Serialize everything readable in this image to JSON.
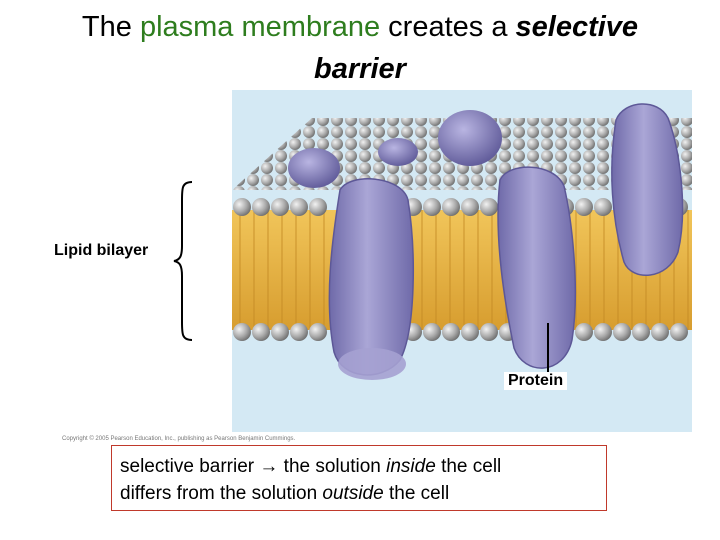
{
  "title": {
    "part1": "The ",
    "green": "plasma membrane",
    "part2": " creates a ",
    "emph1": "selective",
    "emph2": "barrier"
  },
  "figure": {
    "lipid_label": "Lipid bilayer",
    "protein_label": "Protein",
    "copyright": "Copyright © 2005 Pearson Education, Inc., publishing as Pearson Benjamin Cummings."
  },
  "note": {
    "line1_a": "selective barrier",
    "arrow": "→",
    "line1_b": " the solution ",
    "inside": "inside",
    "line1_c": " the cell",
    "line2_a": "differs from the solution ",
    "outside": "outside",
    "line2_b": " the cell"
  },
  "colors": {
    "accent_green": "#2e7d1e",
    "note_border": "#c0392b",
    "lipid_head": "#a9a9a9",
    "lipid_tail": "#e7b547",
    "protein": "#8b87c2",
    "background": "#d4e9f4"
  }
}
